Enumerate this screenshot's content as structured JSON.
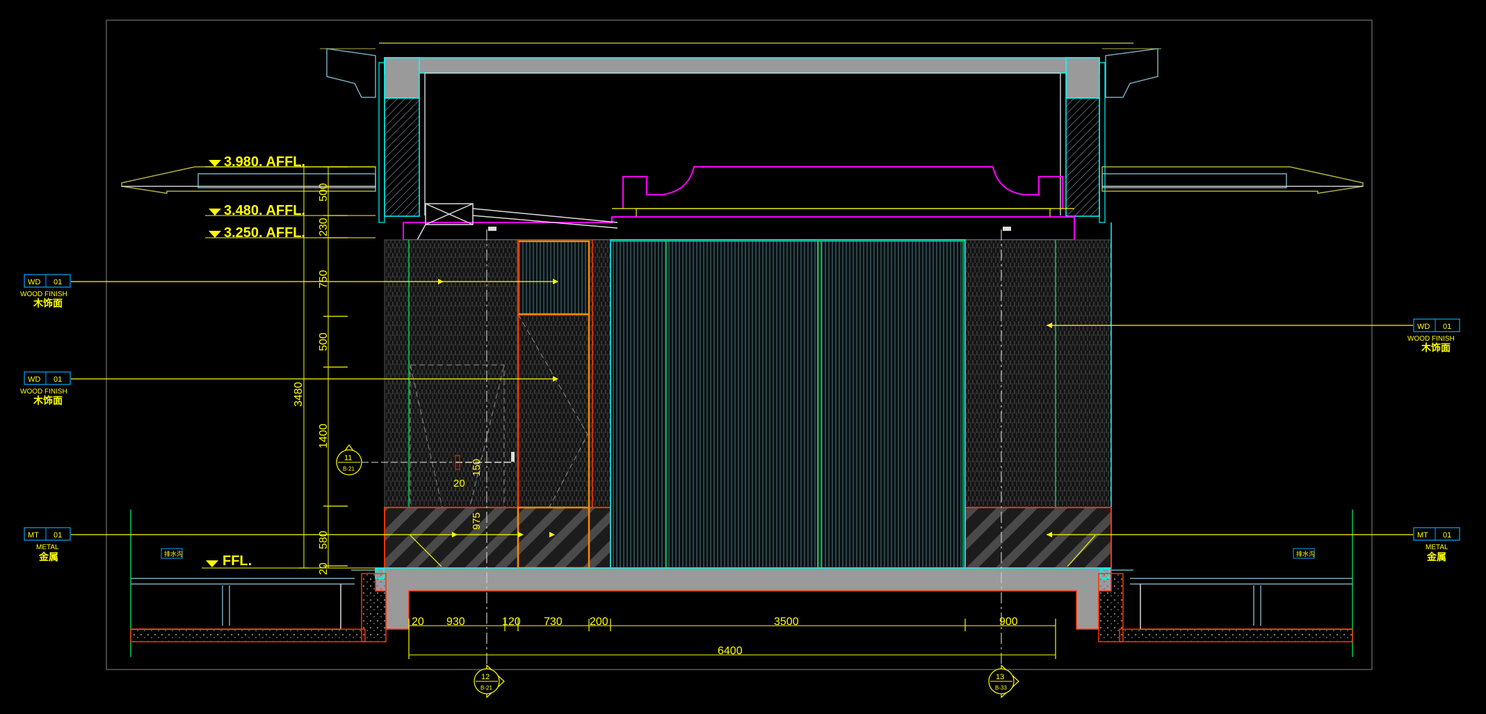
{
  "elevation_levels": [
    {
      "label": "3.980. AFFL."
    },
    {
      "label": "3.480. AFFL."
    },
    {
      "label": "3.250. AFFL."
    },
    {
      "label": "FFL."
    }
  ],
  "vertical_dimensions": {
    "segments": [
      "500",
      "230",
      "750",
      "500",
      "1400",
      "580",
      "20"
    ],
    "overall": "3480",
    "local": [
      "150",
      "20",
      "975"
    ]
  },
  "horizontal_dimensions": {
    "segments": [
      "20",
      "930",
      "120",
      "730",
      "200",
      "3500",
      "900"
    ],
    "overall": "6400"
  },
  "material_tags": {
    "left_wood_1": {
      "code": "WD",
      "num": "01",
      "en": "WOOD FINISH",
      "cn": "木饰面"
    },
    "left_wood_2": {
      "code": "WD",
      "num": "01",
      "en": "WOOD FINISH",
      "cn": "木饰面"
    },
    "left_metal": {
      "code": "MT",
      "num": "01",
      "en": "METAL",
      "cn": "金属"
    },
    "right_wood": {
      "code": "WD",
      "num": "01",
      "en": "WOOD FINISH",
      "cn": "木饰面"
    },
    "right_metal": {
      "code": "MT",
      "num": "01",
      "en": "METAL",
      "cn": "金属"
    }
  },
  "section_markers": {
    "left": {
      "num": "11",
      "sheet": "B-21"
    },
    "bottom_left": {
      "num": "12",
      "sheet": "B-21"
    },
    "bottom_right": {
      "num": "13",
      "sheet": "B-33"
    }
  },
  "small_labels": {
    "left": "排水沟",
    "right": "排水沟"
  },
  "colors": {
    "background": "#000000",
    "annotation": "#ffff00",
    "outline": "#00ffff",
    "frame": "#ff00ff",
    "trim": "#ff3300",
    "wall_fill": "#9a9a9a",
    "panel_green": "#00ff66"
  }
}
